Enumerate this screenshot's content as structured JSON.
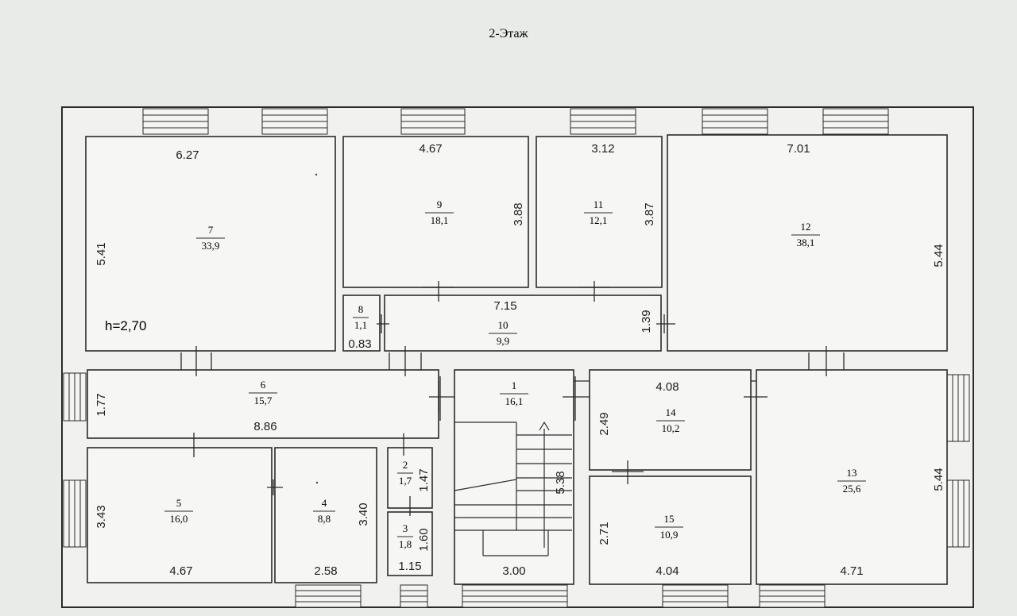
{
  "title": "2-Этаж",
  "height_note": "h=2,70",
  "rooms": [
    {
      "id": "room-1",
      "number": "1",
      "area": "16,1"
    },
    {
      "id": "room-2",
      "number": "2",
      "area": "1,7"
    },
    {
      "id": "room-3",
      "number": "3",
      "area": "1,8"
    },
    {
      "id": "room-4",
      "number": "4",
      "area": "8,8"
    },
    {
      "id": "room-5",
      "number": "5",
      "area": "16,0"
    },
    {
      "id": "room-6",
      "number": "6",
      "area": "15,7"
    },
    {
      "id": "room-7",
      "number": "7",
      "area": "33,9"
    },
    {
      "id": "room-8",
      "number": "8",
      "area": "1,1"
    },
    {
      "id": "room-9",
      "number": "9",
      "area": "18,1"
    },
    {
      "id": "room-10",
      "number": "10",
      "area": "9,9"
    },
    {
      "id": "room-11",
      "number": "11",
      "area": "12,1"
    },
    {
      "id": "room-12",
      "number": "12",
      "area": "38,1"
    },
    {
      "id": "room-13",
      "number": "13",
      "area": "25,6"
    },
    {
      "id": "room-14",
      "number": "14",
      "area": "10,2"
    },
    {
      "id": "room-15",
      "number": "15",
      "area": "10,9"
    }
  ],
  "dimensions": {
    "r7_width": "6.27",
    "r7_height": "5.41",
    "r9_width": "4.67",
    "r9_height": "3.88",
    "r11_width": "3.12",
    "r11_height": "3.87",
    "r12_width": "7.01",
    "r12_height": "5.44",
    "r10_width": "7.15",
    "r10_height": "1.39",
    "r8_width": "0.83",
    "r6_height": "1.77",
    "r6_width": "8.86",
    "r14_width": "4.08",
    "r14_height": "2.49",
    "r1_height": "5.38",
    "r1_width": "3.00",
    "r2_height": "1.47",
    "r3_height": "1.60",
    "r3_width": "1.15",
    "r5_height": "3.43",
    "r5_width": "4.67",
    "r4_height": "3.40",
    "r4_width": "2.58",
    "r15_height": "2.71",
    "r15_width": "4.04",
    "r13_height": "5.44",
    "r13_width": "4.71"
  }
}
